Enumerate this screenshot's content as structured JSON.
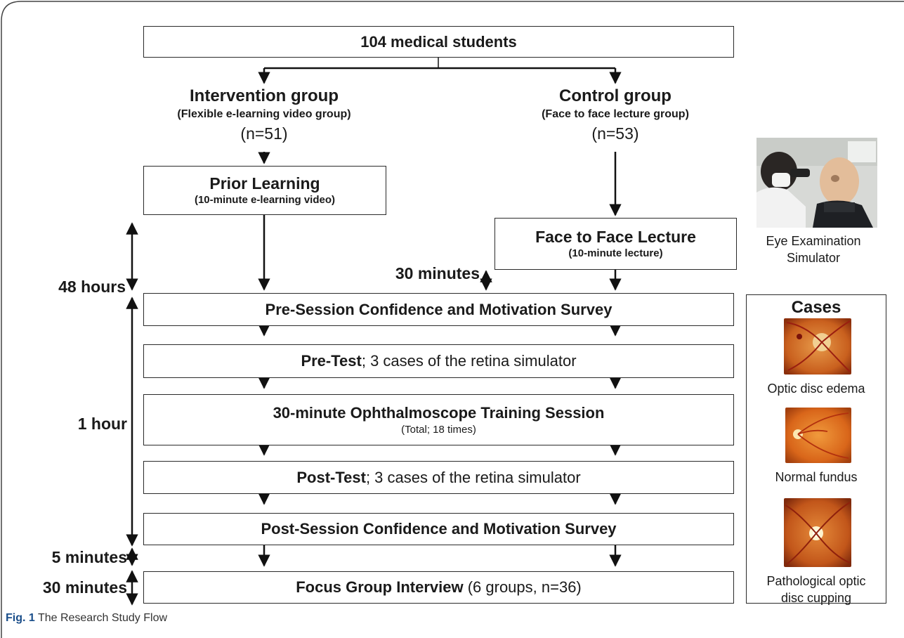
{
  "top": {
    "title": "104 medical students"
  },
  "intervention": {
    "title": "Intervention group",
    "subtitle": "(Flexible e-learning video group)",
    "n": "(n=51)"
  },
  "control": {
    "title": "Control group",
    "subtitle": "(Face to face lecture group)",
    "n": "(n=53)"
  },
  "prior_learning": {
    "title": "Prior Learning",
    "subtitle": "(10-minute e-learning video)"
  },
  "lecture": {
    "title": "Face to Face Lecture",
    "subtitle": "(10-minute lecture)"
  },
  "steps": {
    "pre_survey": "Pre-Session Confidence and Motivation Survey",
    "pre_test_bold": "Pre-Test",
    "pre_test_rest": "; 3 cases of the retina simulator",
    "training_title": "30-minute Ophthalmoscope Training Session",
    "training_sub": "(Total; 18 times)",
    "post_test_bold": "Post-Test",
    "post_test_rest": "; 3 cases of the retina simulator",
    "post_survey": "Post-Session Confidence and Motivation Survey",
    "focus_bold": "Focus Group Interview",
    "focus_rest": " (6 groups, n=36)"
  },
  "timing": {
    "h48": "48 hours",
    "m30_mid": "30 minutes",
    "h1": "1 hour",
    "m5": "5 minutes",
    "m30_bottom": "30 minutes"
  },
  "simulator": {
    "caption_line1": "Eye Examination",
    "caption_line2": "Simulator"
  },
  "cases": {
    "title": "Cases",
    "items": [
      {
        "label": "Optic disc edema"
      },
      {
        "label": "Normal fundus"
      },
      {
        "label_line1": "Pathological optic",
        "label_line2": "disc cupping"
      }
    ]
  },
  "caption": {
    "fig": "Fig. 1",
    "text": " The Research Study Flow"
  }
}
